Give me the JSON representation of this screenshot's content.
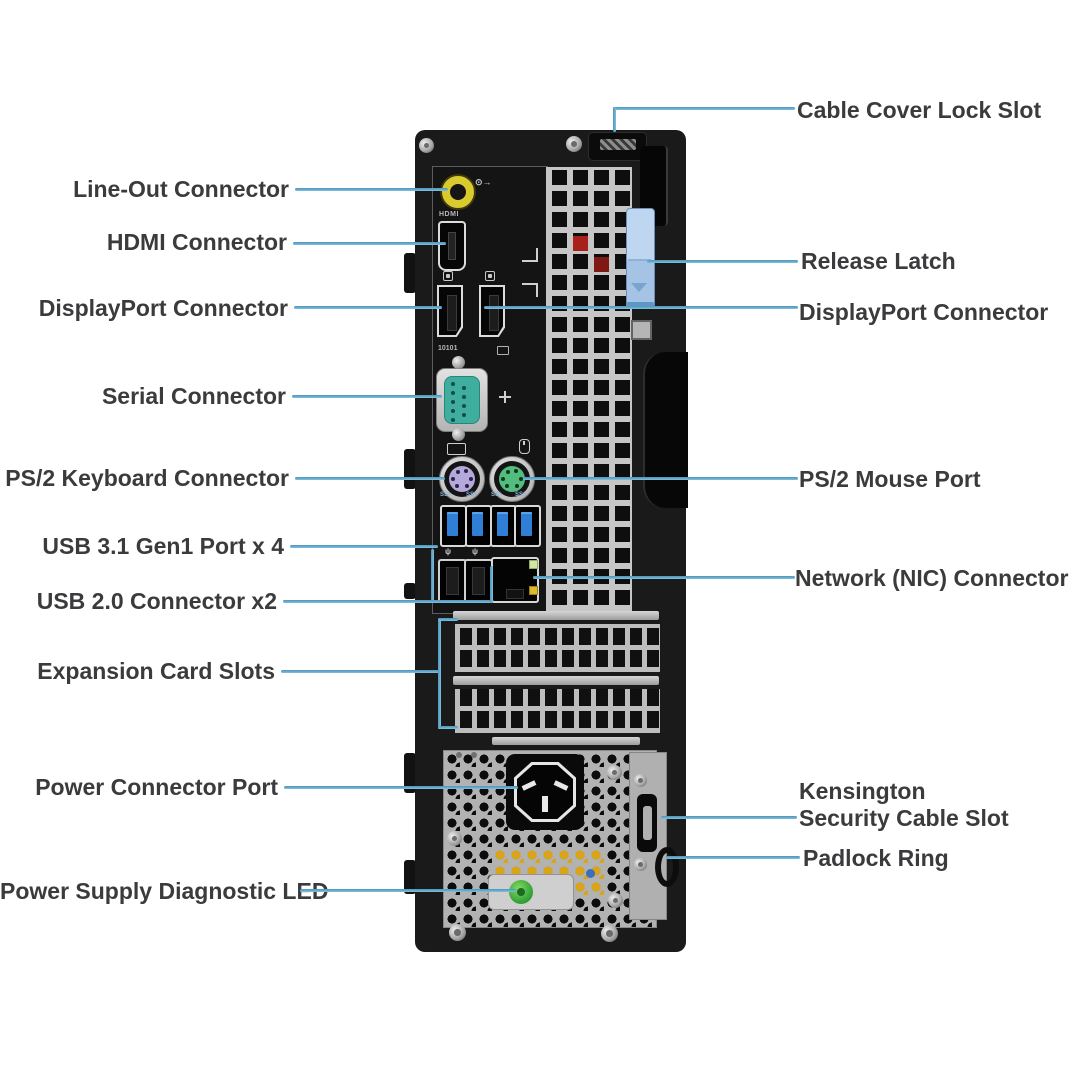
{
  "callouts": {
    "left": [
      {
        "id": "line-out",
        "label": "Line-Out Connector"
      },
      {
        "id": "hdmi",
        "label": "HDMI Connector"
      },
      {
        "id": "displayport",
        "label": "DisplayPort Connector"
      },
      {
        "id": "serial",
        "label": "Serial Connector"
      },
      {
        "id": "ps2-keyboard",
        "label": "PS/2 Keyboard Connector"
      },
      {
        "id": "usb31",
        "label": "USB 3.1 Gen1 Port x 4"
      },
      {
        "id": "usb20",
        "label": "USB 2.0 Connector x2"
      },
      {
        "id": "expansion",
        "label": "Expansion Card Slots"
      },
      {
        "id": "power",
        "label": "Power Connector Port"
      },
      {
        "id": "psu-led",
        "label": "Power Supply Diagnostic LED"
      }
    ],
    "right": [
      {
        "id": "cable-cover-lock",
        "label": "Cable Cover Lock Slot"
      },
      {
        "id": "release-latch",
        "label": "Release Latch"
      },
      {
        "id": "displayport",
        "label": "DisplayPort Connector"
      },
      {
        "id": "ps2-mouse",
        "label": "PS/2 Mouse Port"
      },
      {
        "id": "network",
        "label": "Network (NIC) Connector"
      },
      {
        "id": "kensington",
        "line1": "Kensington",
        "line2": "Security Cable Slot"
      },
      {
        "id": "padlock",
        "label": "Padlock Ring"
      }
    ]
  },
  "panel_markings": {
    "hdmi": "HDMI",
    "serial": "10101",
    "usb3_logo": "SSϟ",
    "usb2_logo": "ψ",
    "line_out_icon": "⊙→"
  },
  "colors": {
    "callout_line": "#5aa5c8",
    "label_text": "#3b3b3d",
    "chassis": "#1a1a1a",
    "vent_frame": "#c6c6c6",
    "release_latch": "#aecdec",
    "serial_face": "#3fae9e",
    "ps2_keyboard": "#b4a8dd",
    "ps2_mouse": "#52bd7e",
    "usb3_tongue": "#2f7fd6",
    "line_out_jack": "#d9ca2e",
    "psu_plate": "#b2b2b2",
    "psu_label_yellow": "#d9a514",
    "diagnostic_led": "#35b33a"
  }
}
